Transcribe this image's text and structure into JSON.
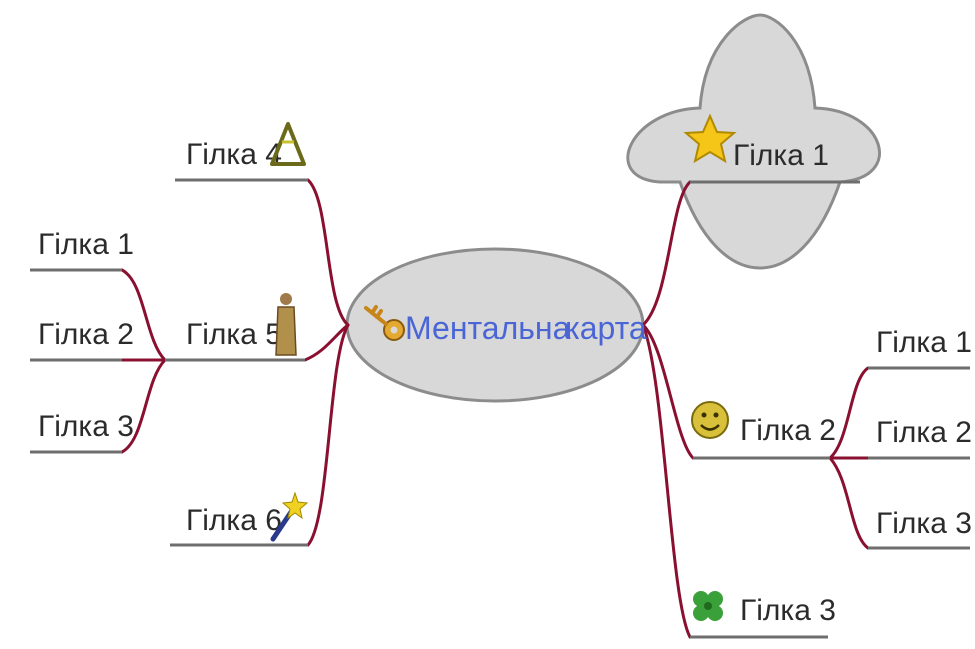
{
  "central": {
    "label_part1": "Ментальна",
    "label_part2": "карта",
    "icon": "key-icon"
  },
  "right": {
    "branch1": {
      "label": "Гілка 1",
      "icon": "star-icon",
      "shape": "cloud"
    },
    "branch2": {
      "label": "Гілка 2",
      "icon": "smiley-icon",
      "children": [
        "Гілка 1",
        "Гілка 2",
        "Гілка 3"
      ]
    },
    "branch3": {
      "label": "Гілка 3",
      "icon": "clover-icon"
    }
  },
  "left": {
    "branch4": {
      "label": "Гілка 4",
      "icon": "recycle-icon"
    },
    "branch5": {
      "label": "Гілка 5",
      "icon": "person-icon",
      "children": [
        "Гілка 1",
        "Гілка 2",
        "Гілка 3"
      ]
    },
    "branch6": {
      "label": "Гілка 6",
      "icon": "magic-wand-icon"
    }
  },
  "colors": {
    "connector": "#8a1030",
    "node_fill": "#d8d8d8",
    "node_stroke": "#8c8c8c",
    "central_text": "#4a66d6",
    "label_text": "#2b2b2b"
  }
}
